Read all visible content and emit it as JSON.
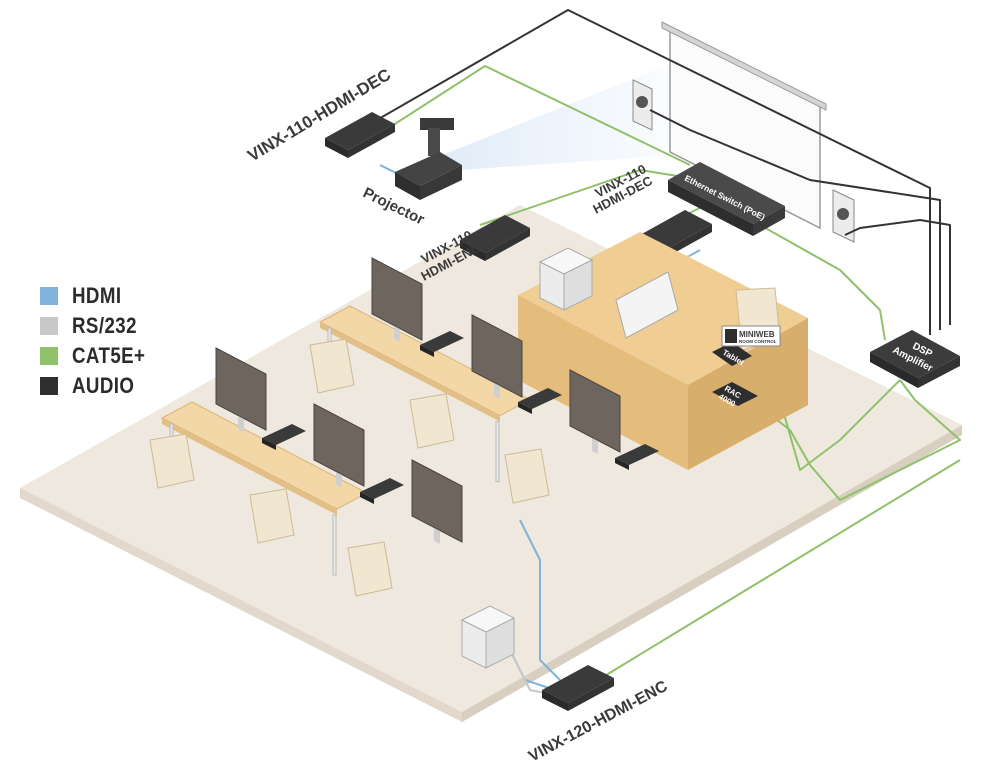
{
  "legend": [
    {
      "label": "HDMI",
      "color": "#7fb3dc"
    },
    {
      "label": "RS/232",
      "color": "#c8c8c8"
    },
    {
      "label": "CAT5E+",
      "color": "#8fc06a"
    },
    {
      "label": "AUDIO",
      "color": "#2f2f2f"
    }
  ],
  "labels": {
    "dec_top": "VINX-110-HDMI-DEC",
    "projector": "Projector",
    "dec_mid_line1": "VINX-110",
    "dec_mid_line2": "HDMI-DEC",
    "enc_mid_line1": "VINX-110",
    "enc_mid_line2": "HDMI-ENC",
    "enc_bottom": "VINX-120-HDMI-ENC"
  },
  "devices": {
    "switch": "Ethernet Switch (PoE)",
    "dsp_line1": "DSP",
    "dsp_line2": "Amplifier",
    "tablet": "Tablet",
    "rac_line1": "RAC",
    "rac_line2": "4000",
    "miniweb_line1": "MINIWEB",
    "miniweb_line2": "ROOM CONTROL"
  }
}
